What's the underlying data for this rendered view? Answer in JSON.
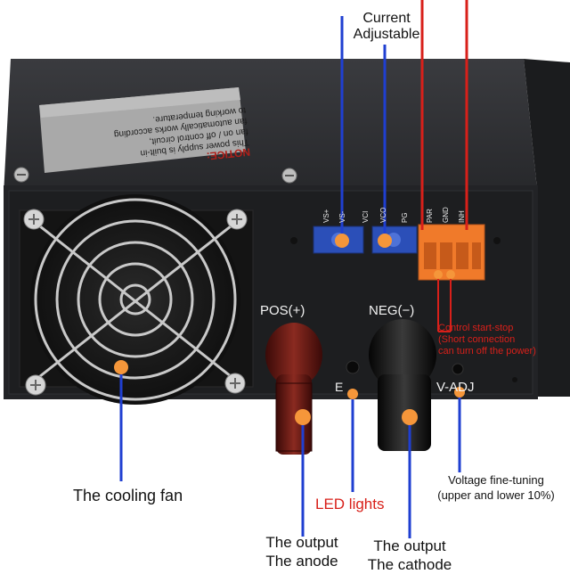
{
  "labels": {
    "current_adjustable_line1": "Current",
    "current_adjustable_line2": "Adjustable",
    "cooling_fan": "The cooling fan",
    "led_lights": "LED lights",
    "anode_line1": "The output",
    "anode_line2": "The anode",
    "cathode_line1": "The output",
    "cathode_line2": "The cathode",
    "voltage_line1": "Voltage fine-tuning",
    "voltage_line2": "(upper and lower 10%)",
    "control_line1": "Control start-stop",
    "control_line2": "(Short connection",
    "control_line3": "can turn off the power)"
  },
  "panel": {
    "pos": "POS(+)",
    "neg": "NEG(−)",
    "led_mark": "E",
    "vadj": "V-ADJ",
    "pins": [
      "VS+",
      "VS-",
      "VCI",
      "VCO",
      "PG",
      "PAR",
      "GND",
      "INH"
    ]
  },
  "notice": {
    "title": "NOTICE:",
    "lines": [
      "This power supply is built-in",
      "fan on / off control circuit,",
      "fan automatically works according",
      "to working temperature."
    ]
  },
  "colors": {
    "accent_orange": "#f5963a",
    "label_red": "#d8201a",
    "callout_blue": "#1f3fd1",
    "chassis": "#2b2c2f",
    "panel_face": "#1e1f21",
    "pos_terminal": "#5a1210",
    "neg_terminal": "#141414",
    "connector_orange": "#f07a2a"
  }
}
